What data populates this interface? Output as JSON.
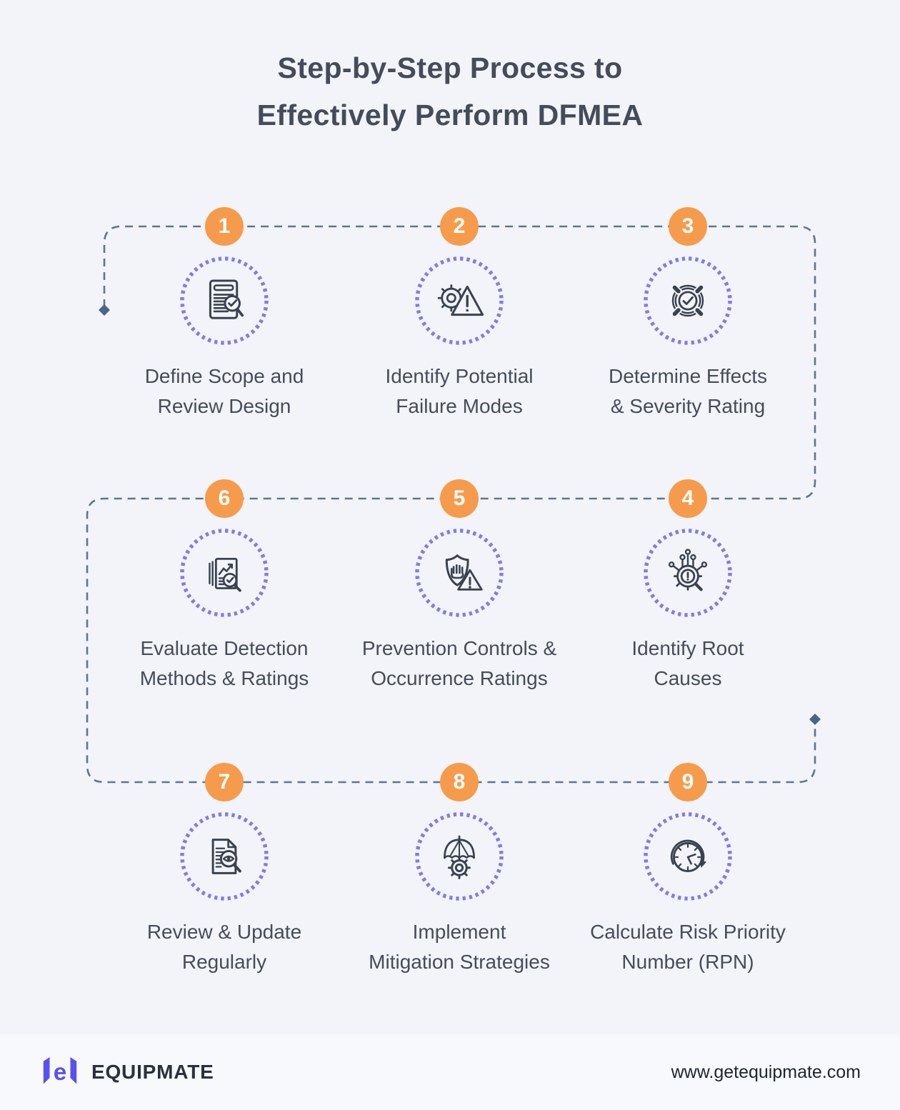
{
  "title": {
    "lines": [
      "Step-by-Step Process to",
      "Effectively Perform DFMEA"
    ]
  },
  "steps": [
    {
      "number": "1",
      "lines": [
        "Define Scope and",
        "Review Design"
      ],
      "icon": "document-review-magnifier-icon"
    },
    {
      "number": "2",
      "lines": [
        "Identify Potential",
        "Failure Modes"
      ],
      "icon": "gear-warning-icon"
    },
    {
      "number": "3",
      "lines": [
        "Determine Effects",
        "& Severity Rating"
      ],
      "icon": "target-check-icon"
    },
    {
      "number": "4",
      "lines": [
        "Identify Root",
        "Causes"
      ],
      "icon": "root-cause-network-magnifier-icon"
    },
    {
      "number": "5",
      "lines": [
        "Prevention Controls &",
        "Occurrence Ratings"
      ],
      "icon": "shield-hand-warning-icon"
    },
    {
      "number": "6",
      "lines": [
        "Evaluate Detection",
        "Methods & Ratings"
      ],
      "icon": "report-chart-magnifier-icon"
    },
    {
      "number": "7",
      "lines": [
        "Review & Update",
        "Regularly"
      ],
      "icon": "document-eye-magnifier-icon"
    },
    {
      "number": "8",
      "lines": [
        "Implement",
        "Mitigation Strategies"
      ],
      "icon": "umbrella-gear-icon"
    },
    {
      "number": "9",
      "lines": [
        "Calculate Risk Priority",
        "Number (RPN)"
      ],
      "icon": "clock-refresh-icon"
    }
  ],
  "footer": {
    "brand": "EQUIPMATE",
    "logo_letter": "e",
    "website": "www.getequipmate.com"
  },
  "colors": {
    "background": "#F2F4F9",
    "footer_background": "#F8F9FC",
    "accent_orange": "#F69B4C",
    "ring_purple": "#8678EE",
    "connector_blue": "#5B7694",
    "title_text": "#454B5A",
    "label_text": "#474C5B",
    "icon_stroke": "#3A4150",
    "logo_purple": "#5A50F0"
  }
}
